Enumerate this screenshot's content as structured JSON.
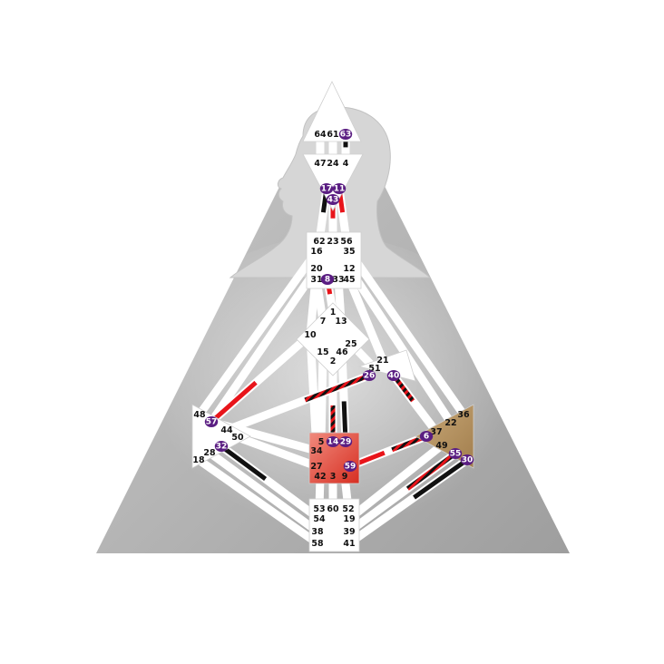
{
  "colors": {
    "design": "#e8141a",
    "personality": "#111111",
    "center_white": "#ffffff",
    "active_gate": "#5a1d82",
    "sacral": "#e0473c",
    "solar_plexus": "#b5915e",
    "body_silhouette": "#d4d4d4",
    "background_triangle": "#b0b0b0"
  },
  "gates": [
    {
      "n": "64",
      "active": false
    },
    {
      "n": "61",
      "active": false
    },
    {
      "n": "63",
      "active": true
    },
    {
      "n": "47",
      "active": false
    },
    {
      "n": "24",
      "active": false
    },
    {
      "n": "4",
      "active": false
    },
    {
      "n": "17",
      "active": true
    },
    {
      "n": "11",
      "active": true
    },
    {
      "n": "43",
      "active": true
    },
    {
      "n": "62",
      "active": false
    },
    {
      "n": "23",
      "active": false
    },
    {
      "n": "56",
      "active": false
    },
    {
      "n": "16",
      "active": false
    },
    {
      "n": "35",
      "active": false
    },
    {
      "n": "20",
      "active": false
    },
    {
      "n": "12",
      "active": false
    },
    {
      "n": "31",
      "active": false
    },
    {
      "n": "8",
      "active": true
    },
    {
      "n": "33",
      "active": false
    },
    {
      "n": "45",
      "active": false
    },
    {
      "n": "1",
      "active": false
    },
    {
      "n": "7",
      "active": false
    },
    {
      "n": "13",
      "active": false
    },
    {
      "n": "10",
      "active": false
    },
    {
      "n": "25",
      "active": false
    },
    {
      "n": "15",
      "active": false
    },
    {
      "n": "46",
      "active": false
    },
    {
      "n": "2",
      "active": false
    },
    {
      "n": "21",
      "active": false
    },
    {
      "n": "51",
      "active": false
    },
    {
      "n": "26",
      "active": true
    },
    {
      "n": "40",
      "active": true
    },
    {
      "n": "48",
      "active": false
    },
    {
      "n": "57",
      "active": true
    },
    {
      "n": "44",
      "active": false
    },
    {
      "n": "50",
      "active": false
    },
    {
      "n": "32",
      "active": true
    },
    {
      "n": "28",
      "active": false
    },
    {
      "n": "18",
      "active": false
    },
    {
      "n": "5",
      "active": false
    },
    {
      "n": "14",
      "active": true
    },
    {
      "n": "29",
      "active": true
    },
    {
      "n": "34",
      "active": false
    },
    {
      "n": "27",
      "active": false
    },
    {
      "n": "59",
      "active": true
    },
    {
      "n": "42",
      "active": false
    },
    {
      "n": "3",
      "active": false
    },
    {
      "n": "9",
      "active": false
    },
    {
      "n": "36",
      "active": false
    },
    {
      "n": "22",
      "active": false
    },
    {
      "n": "37",
      "active": false
    },
    {
      "n": "6",
      "active": true
    },
    {
      "n": "49",
      "active": false
    },
    {
      "n": "55",
      "active": true
    },
    {
      "n": "30",
      "active": true
    },
    {
      "n": "53",
      "active": false
    },
    {
      "n": "60",
      "active": false
    },
    {
      "n": "52",
      "active": false
    },
    {
      "n": "54",
      "active": false
    },
    {
      "n": "19",
      "active": false
    },
    {
      "n": "38",
      "active": false
    },
    {
      "n": "39",
      "active": false
    },
    {
      "n": "58",
      "active": false
    },
    {
      "n": "41",
      "active": false
    }
  ],
  "channels": [
    {
      "from": "63",
      "to": "4",
      "activation": "personality"
    },
    {
      "from": "17",
      "to": "62",
      "activation": "personality"
    },
    {
      "from": "11",
      "to": "56",
      "activation": "design"
    },
    {
      "from": "43",
      "to": "23",
      "activation": "design"
    },
    {
      "from": "8",
      "to": "1",
      "activation": "design"
    },
    {
      "from": "57",
      "to": "10",
      "activation": "design"
    },
    {
      "from": "26",
      "to": "44",
      "activation": "mixed"
    },
    {
      "from": "40",
      "to": "37",
      "activation": "mixed"
    },
    {
      "from": "14",
      "to": "2",
      "activation": "mixed"
    },
    {
      "from": "29",
      "to": "46",
      "activation": "personality"
    },
    {
      "from": "59",
      "to": "6",
      "activation": "design"
    },
    {
      "from": "6",
      "to": "59",
      "activation": "mixed"
    },
    {
      "from": "32",
      "to": "54",
      "activation": "personality"
    },
    {
      "from": "55",
      "to": "39",
      "activation": "mixed"
    },
    {
      "from": "30",
      "to": "41",
      "activation": "personality"
    }
  ]
}
